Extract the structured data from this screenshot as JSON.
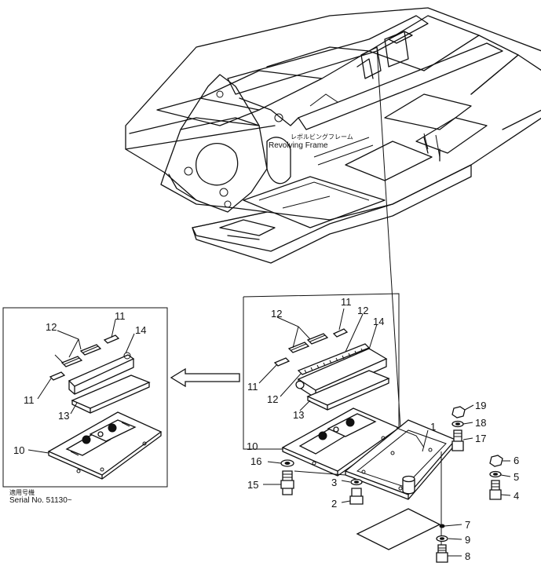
{
  "frame_label": {
    "jp": "レボルビングフレーム",
    "en": "Revolving Frame"
  },
  "serial_note": {
    "jp": "適用号機",
    "en": "Serial No. 51130~"
  },
  "callouts": {
    "n1": "1",
    "n2": "2",
    "n3": "3",
    "n4": "4",
    "n5": "5",
    "n6": "6",
    "n7": "7",
    "n8": "8",
    "n9": "9",
    "n10": "10",
    "n11": "11",
    "n12": "12",
    "n13": "13",
    "n14": "14",
    "n15": "15",
    "n16": "16",
    "n17": "17",
    "n18": "18",
    "n19": "19"
  }
}
